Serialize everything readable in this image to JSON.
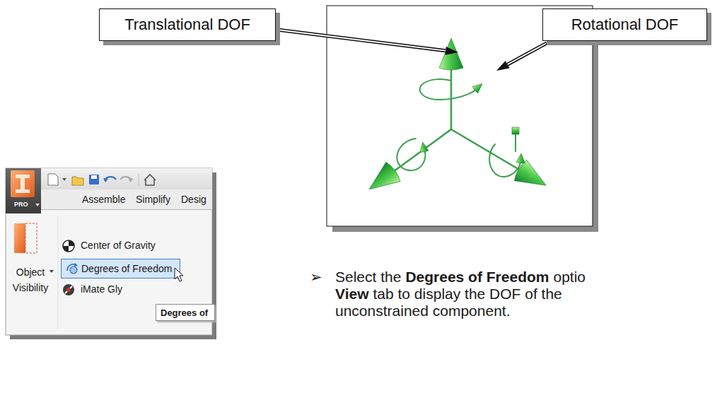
{
  "diagram": {
    "nodes": [
      {
        "text": [
          "Translational DOF"
        ]
      },
      {
        "text": [
          "Rotational DOF"
        ]
      },
      {
        "text": [
          "Degrees of Freedom"
        ]
      },
      {
        "text": [
          "Degrees of"
        ]
      }
    ],
    "labels": [
      "PRO",
      "Assemble",
      "Simplify",
      "Desig",
      "Object Visibility",
      "Center of Gravity",
      "iMate Gly",
      "➢",
      "Select the",
      "Degrees of Freedom",
      "optio",
      "View",
      "tab to display the DOF of the",
      "unconstrained component."
    ]
  }
}
